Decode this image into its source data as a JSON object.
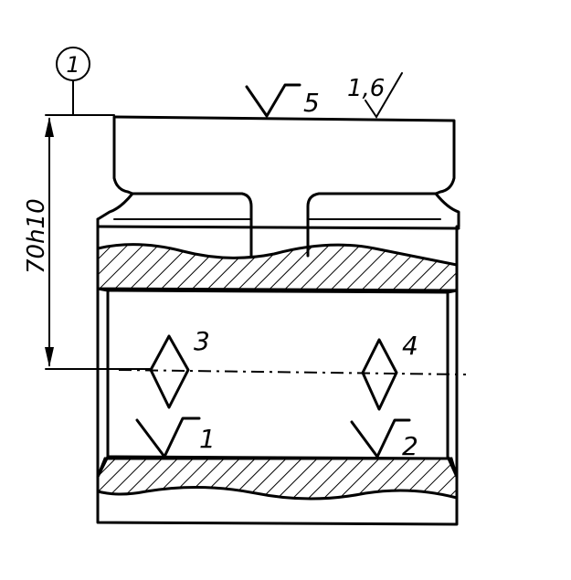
{
  "callout": {
    "number": "1"
  },
  "dimension": {
    "text": "70h10"
  },
  "roughness": {
    "top_left": "5",
    "top_right": "1,6",
    "bottom_left": "1",
    "bottom_right": "2"
  },
  "supports": {
    "left": "3",
    "right": "4"
  }
}
